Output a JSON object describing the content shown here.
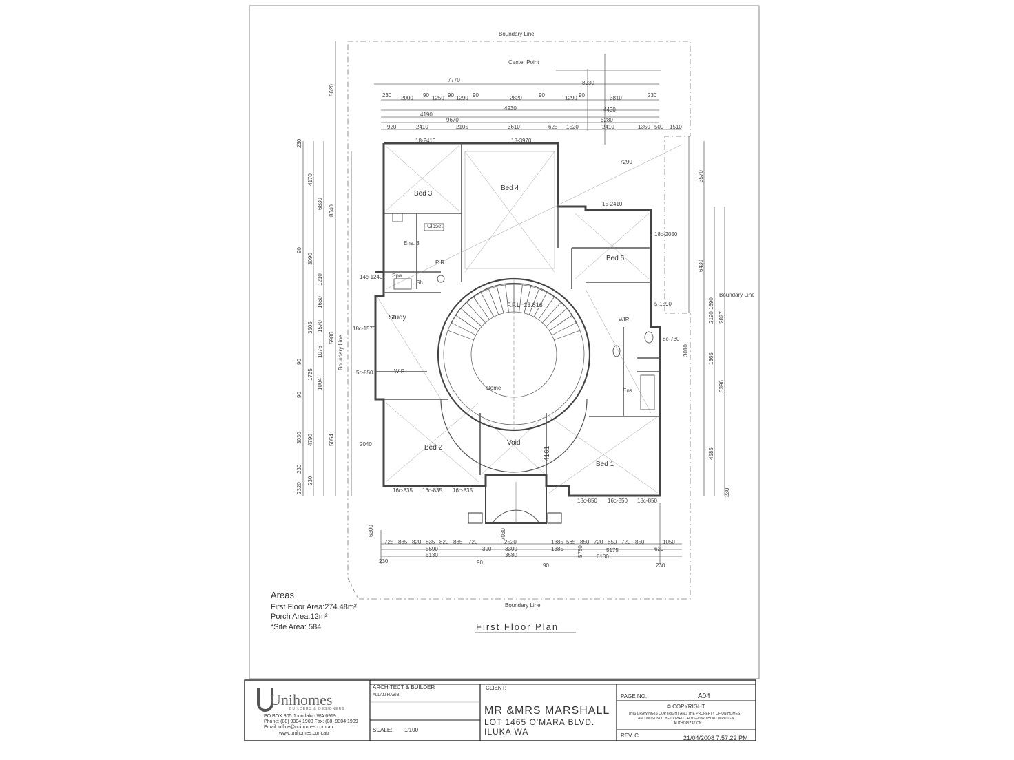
{
  "boundary_label": "Boundary Line",
  "center_point": "Center Point",
  "rooms": {
    "bed3": "Bed 3",
    "bed4": "Bed 4",
    "bed5": "Bed 5",
    "ens3": "Ens. 3",
    "pr": "P R",
    "spa": "Spa",
    "sh": "Sh",
    "study": "Study",
    "wir_left": "WIR",
    "wir_right": "WIR",
    "ens": "Ens.",
    "bed2": "Bed 2",
    "void": "Void",
    "bed1": "Bed 1",
    "dome": "Dome",
    "closet": "Closet",
    "ffl": "F.F.L=13.816"
  },
  "top_dims": {
    "row1": [
      "7770",
      "8230"
    ],
    "row2": [
      "230",
      "2000",
      "90",
      "1250",
      "90",
      "1290",
      "90",
      "2820",
      "90",
      "1290",
      "90",
      "3810",
      "230"
    ],
    "row3": [
      "4190",
      "4930",
      "4430"
    ],
    "row4": [
      "9670",
      "5280"
    ],
    "row5": [
      "920",
      "2410",
      "2105",
      "3610",
      "625",
      "1520",
      "2410",
      "1350",
      "500",
      "1510"
    ]
  },
  "bottom_dims": {
    "row1": [
      "725",
      "835",
      "820",
      "835",
      "820",
      "835",
      "720",
      "2520",
      "1385",
      "565",
      "850",
      "720",
      "850",
      "720",
      "850",
      "1050"
    ],
    "row2": [
      "5590",
      "390",
      "3300",
      "1385",
      "5175",
      "620"
    ],
    "row3": [
      "5130",
      "3580",
      "6100"
    ],
    "row4": [
      "230",
      "90",
      "90",
      "230"
    ],
    "side": [
      "6300",
      "7030",
      "5780"
    ]
  },
  "left_dims": [
    "5620",
    "230",
    "4170",
    "6830",
    "8040",
    "90",
    "3090",
    "1210",
    "1660",
    "3505",
    "1570",
    "5986",
    "1076",
    "90",
    "1735",
    "1004",
    "90",
    "3030",
    "4790",
    "5054",
    "230",
    "2320",
    "230"
  ],
  "right_dims": [
    "3570",
    "6430",
    "1690",
    "2190",
    "2877",
    "3010",
    "1865",
    "3396",
    "4585",
    "230"
  ],
  "window_labels": [
    "18-2410",
    "18-3970",
    "15-2410",
    "18c-2050",
    "14c-1240",
    "18c-1570",
    "5c-850",
    "5-1590",
    "8c-730",
    "16c-835",
    "16c-835",
    "16c-835",
    "18c-850",
    "16c-850",
    "18c-850",
    "2040",
    "4161",
    "7290"
  ],
  "areas": {
    "heading": "Areas",
    "first_floor": "First Floor Area:274.48m²",
    "porch": "Porch Area:12m²",
    "site": "*Site Area: 584"
  },
  "plan_title": "First Floor Plan",
  "title_block": {
    "company": "Unihomes",
    "company_sub": "BUILDERS & DESIGNERS",
    "address": "PO BOX 305 Joondalup WA 6919",
    "phone": "Phone: (08) 9304 1900 Fax: (08) 9304 1909",
    "email": "Email: office@unihomes.com.au",
    "web": "www.unihomes.com.au",
    "architect_label": "ARCHITECT & BUILDER",
    "architect_name": "ALLAN HABIBI",
    "scale_label": "SCALE:",
    "scale_value": "1/100",
    "client_label": "CLIENT:",
    "client_name": "MR &MRS MARSHALL",
    "client_lot": "LOT 1465 O'MARA BLVD.",
    "client_suburb": "ILUKA WA",
    "page_label": "PAGE NO.",
    "page_value": "A04",
    "copyright_title": "© COPYRIGHT",
    "copyright_1": "THIS DRAWING IS COPYRIGHT AND THE PROPERTY OF UNIHOMES",
    "copyright_2": "AND MUST NOT BE COPIED OR USED WITHOUT WRITTEN",
    "copyright_3": "AUTHORIZATION",
    "rev_label": "REV. C",
    "date": "21/04/2008 7:57:22 PM"
  }
}
